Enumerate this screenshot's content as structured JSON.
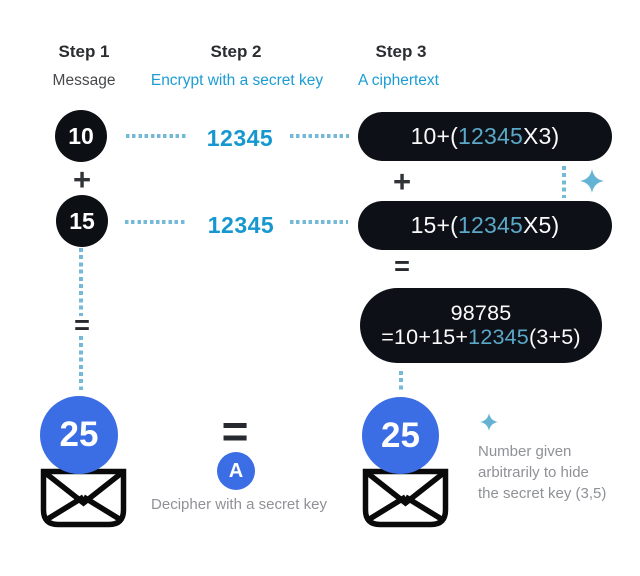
{
  "palette": {
    "accent_blue": "#1697cf",
    "dash_blue": "#74bad7",
    "sparkle_blue": "#64b2d4",
    "pill_key_blue": "#5ba8c8",
    "royal_blue": "#3b6de4",
    "pill_bg": "#0d1117",
    "dark_circle_bg": "#0c0f13",
    "heading_text": "#2b2d31",
    "caption_gray": "#8f9196"
  },
  "headers": {
    "step1": {
      "title": "Step 1",
      "subtitle": "Message"
    },
    "step2": {
      "title": "Step 2",
      "subtitle": "Encrypt with a secret key"
    },
    "step3": {
      "title": "Step 3",
      "subtitle": "A ciphertext"
    }
  },
  "message": {
    "value1": "10",
    "plus": "+",
    "value2": "15",
    "equals": "=",
    "result": "25"
  },
  "key": {
    "value1": "12345",
    "value2": "12345"
  },
  "cipher": {
    "row1": {
      "prefix": "10+(",
      "key": "12345",
      "suffix": "X3)"
    },
    "plus": "+",
    "row2": {
      "prefix": "15+(",
      "key": "12345",
      "suffix": "X5)"
    },
    "equals": "=",
    "sum_line1": "98785",
    "sum_line2": {
      "prefix": "=10+15+",
      "key": "12345",
      "suffix": "(3+5)"
    },
    "result": "25"
  },
  "decipher": {
    "equals": "=",
    "badge": "A",
    "caption": "Decipher with a secret key"
  },
  "note": {
    "line1": "Number given",
    "line2": "arbitrarily to hide",
    "line3": "the secret key (3,5)"
  }
}
